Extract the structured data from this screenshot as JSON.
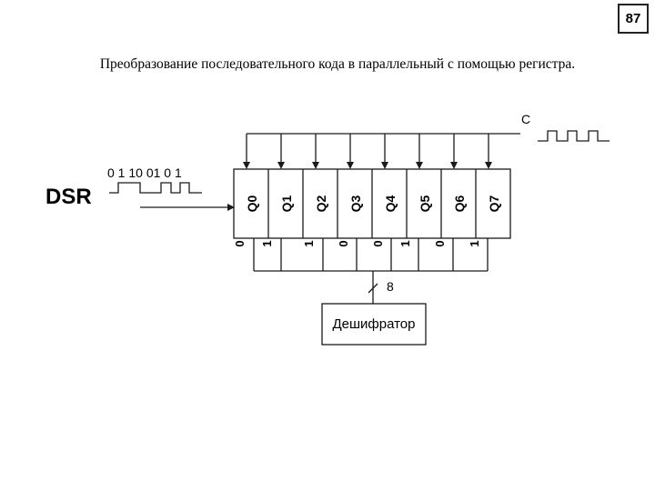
{
  "page_number": "87",
  "title": "Преобразование последовательного кода в параллельный с помощью регистра.",
  "diagram": {
    "input_label": "DSR",
    "input_sequence": "0 1 10 01 0 1",
    "clock_label": "C",
    "register_cells": [
      "Q0",
      "Q1",
      "Q2",
      "Q3",
      "Q4",
      "Q5",
      "Q6",
      "Q7"
    ],
    "output_bits": [
      "0",
      "1",
      "1",
      "0",
      "0",
      "1",
      "0",
      "1"
    ],
    "bus_width": "8",
    "decoder_label": "Дешифратор"
  },
  "colors": {
    "line": "#1a1a1a",
    "background": "#ffffff"
  }
}
